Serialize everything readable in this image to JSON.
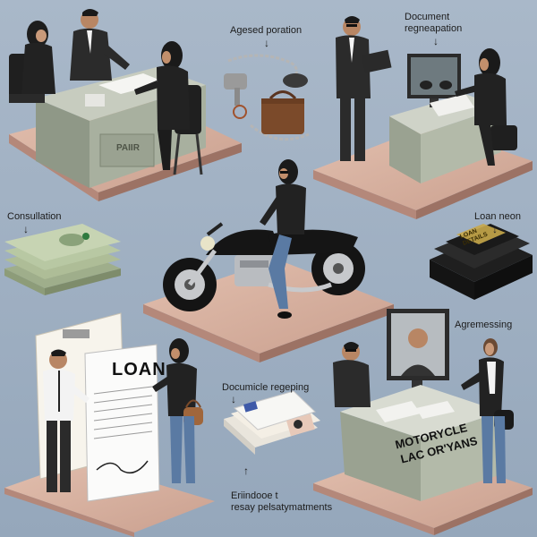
{
  "labels": {
    "top_center": "Agesed poration",
    "top_right_1": "Document",
    "top_right_2": "regneapation",
    "mid_left": "Consullation",
    "mid_right": "Loan neon",
    "bottom_right": "Agremessing",
    "bottom_center": "Documicle regeping",
    "bottom_caption_1": "Eriindooe t",
    "bottom_caption_2": "resay pelsatymatments"
  },
  "signs": {
    "loan_paper": "LOAN",
    "dealer_line_1": "MOTORYCLE",
    "dealer_line_2": "LAC OR'YANS",
    "desk_plate": "PAIIR",
    "book_cover": "LOAN\nDETAILS"
  },
  "colors": {
    "background": "#9fb0c3",
    "platform_top": "#d9b3a0",
    "platform_side": "#b4887a",
    "desk": "#a8b09f",
    "suit": "#2b2b2b",
    "shirt": "#f3f3f3",
    "jeans": "#5a7aa3",
    "hijab": "#1f1f1f",
    "cash": "#b8c8a3",
    "bike": "#151515",
    "chrome": "#c7c9cc"
  }
}
